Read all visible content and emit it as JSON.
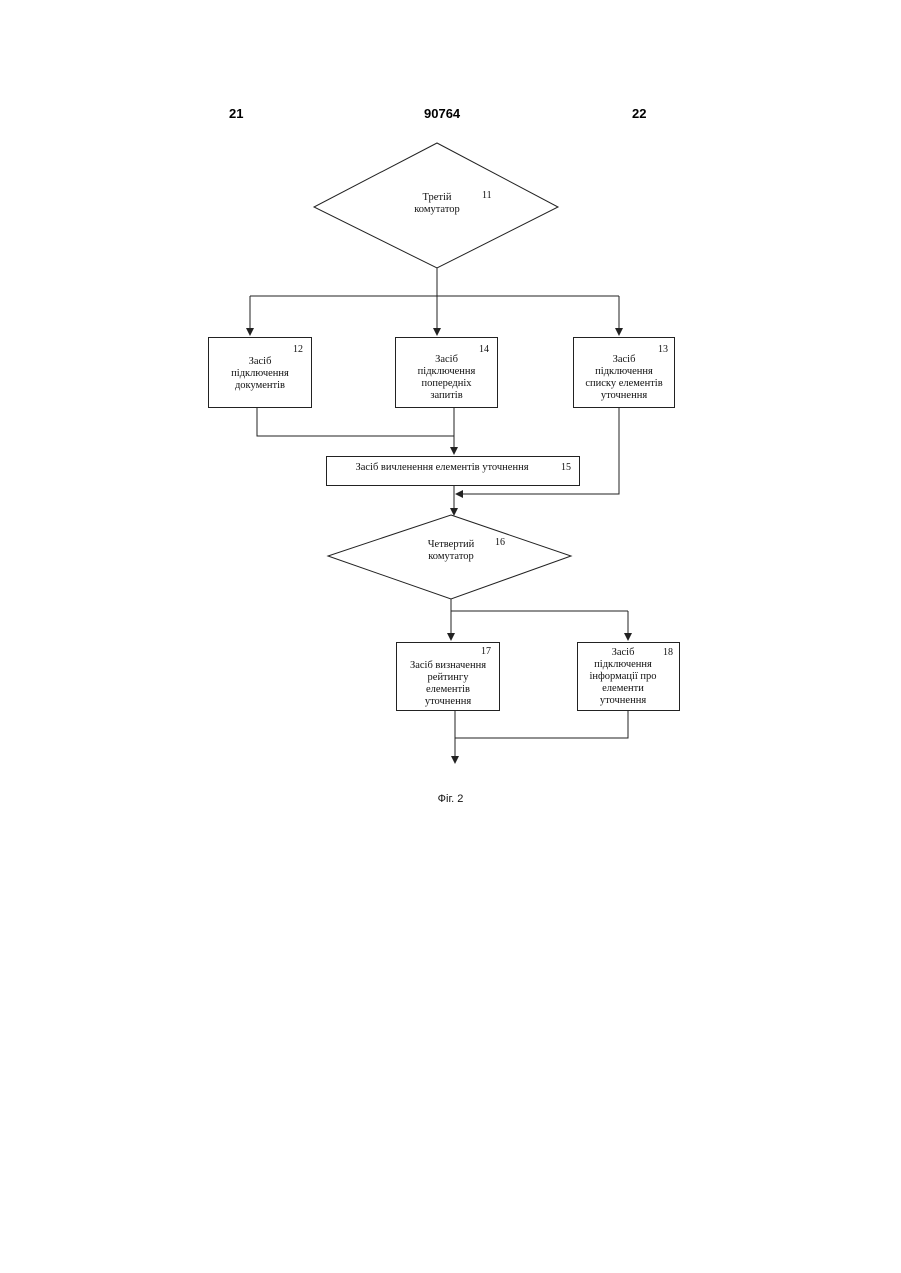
{
  "header": {
    "page_left": "21",
    "patent_number": "90764",
    "page_right": "22"
  },
  "nodes": {
    "n11": {
      "label": "Третій\nкомутатор",
      "number": "11"
    },
    "n12": {
      "label": "Засіб\nпідключення\nдокументів",
      "number": "12"
    },
    "n14": {
      "label": "Засіб\nпідключення\nпопередніх\nзапитів",
      "number": "14"
    },
    "n13": {
      "label": "Засіб\nпідключення\nсписку елементів\nуточнення",
      "number": "13"
    },
    "n15": {
      "label": "Засіб вичленення елементів уточнення",
      "number": "15"
    },
    "n16": {
      "label": "Четвертий\nкомутатор",
      "number": "16"
    },
    "n17": {
      "label": "Засіб визначення\nрейтингу\nелементів\nуточнення",
      "number": "17"
    },
    "n18": {
      "label": "Засіб\nпідключення\nінформації про\nелементи\nуточнення",
      "number": "18"
    }
  },
  "caption": "Фіг. 2",
  "colors": {
    "line": "#222222",
    "text": "#111111"
  }
}
